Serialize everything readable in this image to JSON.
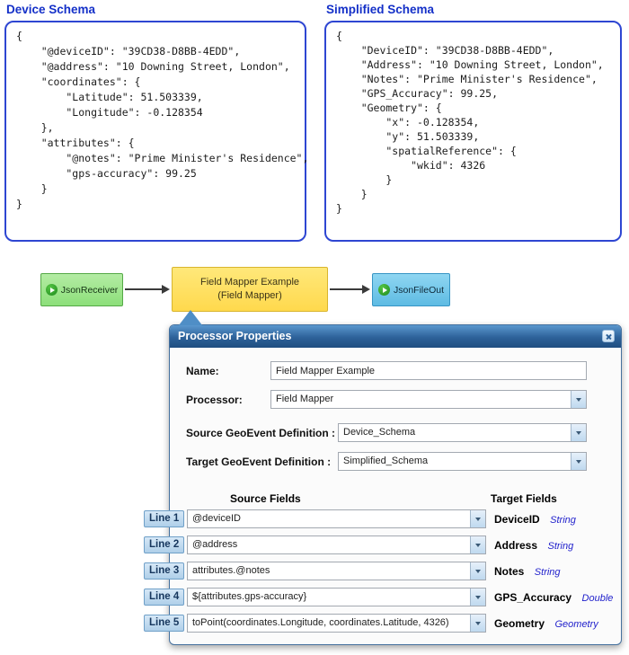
{
  "schemas": {
    "device": {
      "title": "Device Schema",
      "code": "{\n    \"@deviceID\": \"39CD38-D8BB-4EDD\",\n    \"@address\": \"10 Downing Street, London\",\n    \"coordinates\": {\n        \"Latitude\": 51.503339,\n        \"Longitude\": -0.128354\n    },\n    \"attributes\": {\n        \"@notes\": \"Prime Minister's Residence\",\n        \"gps-accuracy\": 99.25\n    }\n}"
    },
    "simplified": {
      "title": "Simplified Schema",
      "code": "{\n    \"DeviceID\": \"39CD38-D8BB-4EDD\",\n    \"Address\": \"10 Downing Street, London\",\n    \"Notes\": \"Prime Minister's Residence\",\n    \"GPS_Accuracy\": 99.25,\n    \"Geometry\": {\n        \"x\": -0.128354,\n        \"y\": 51.503339,\n        \"spatialReference\": {\n            \"wkid\": 4326\n        }\n    }\n}"
    }
  },
  "flow": {
    "receiver_label": "JsonReceiver",
    "processor_title": "Field Mapper Example",
    "processor_subtitle": "(Field Mapper)",
    "fileout_label": "JsonFileOut"
  },
  "dialog": {
    "title": "Processor Properties",
    "fields": {
      "name_label": "Name:",
      "name_value": "Field Mapper Example",
      "processor_label": "Processor:",
      "processor_value": "Field Mapper",
      "source_def_label": "Source GeoEvent Definition :",
      "source_def_value": "Device_Schema",
      "target_def_label": "Target GeoEvent Definition :",
      "target_def_value": "Simplified_Schema"
    },
    "columns": {
      "source": "Source Fields",
      "target": "Target Fields"
    },
    "rows": [
      {
        "line": "Line 1",
        "source": "@deviceID",
        "target": "DeviceID",
        "type": "String"
      },
      {
        "line": "Line 2",
        "source": "@address",
        "target": "Address",
        "type": "String"
      },
      {
        "line": "Line 3",
        "source": "attributes.@notes",
        "target": "Notes",
        "type": "String"
      },
      {
        "line": "Line 4",
        "source": "${attributes.gps-accuracy}",
        "target": "GPS_Accuracy",
        "type": "Double"
      },
      {
        "line": "Line 5",
        "source": "toPoint(coordinates.Longitude, coordinates.Latitude, 4326)",
        "target": "Geometry",
        "type": "Geometry"
      }
    ]
  },
  "colors": {
    "schema_border": "#2E46D2",
    "schema_title_blue": "#1430C8",
    "titlebar_blue": "#2D6199",
    "receiver_green": "#8CDF7A",
    "processor_yellow": "#FFD94D",
    "fileout_blue": "#5EBBE3",
    "type_label_blue": "#2222CC"
  }
}
